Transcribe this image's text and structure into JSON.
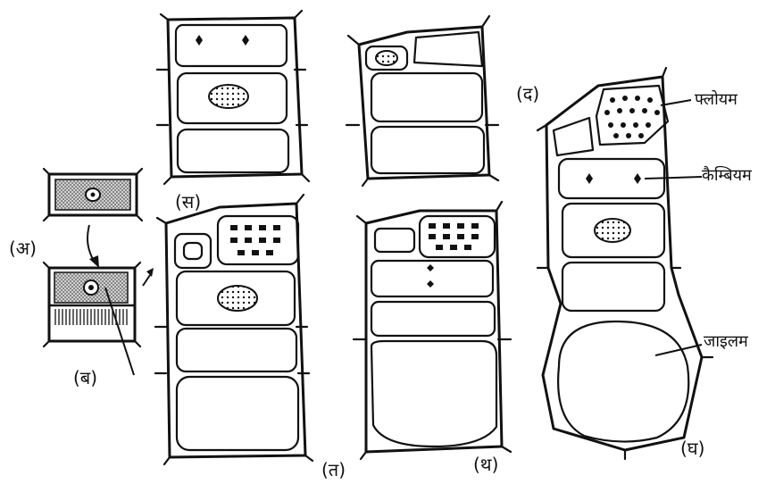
{
  "labels": {
    "a": "(अ)",
    "b": "(ब)",
    "s": "(स)",
    "t": "(त)",
    "d": "(द)",
    "th": "(थ)",
    "gh": "(घ)"
  },
  "parts": {
    "phloem": "फ्लोयम",
    "cambium": "कैम्बियम",
    "xylem": "जाइलम"
  }
}
